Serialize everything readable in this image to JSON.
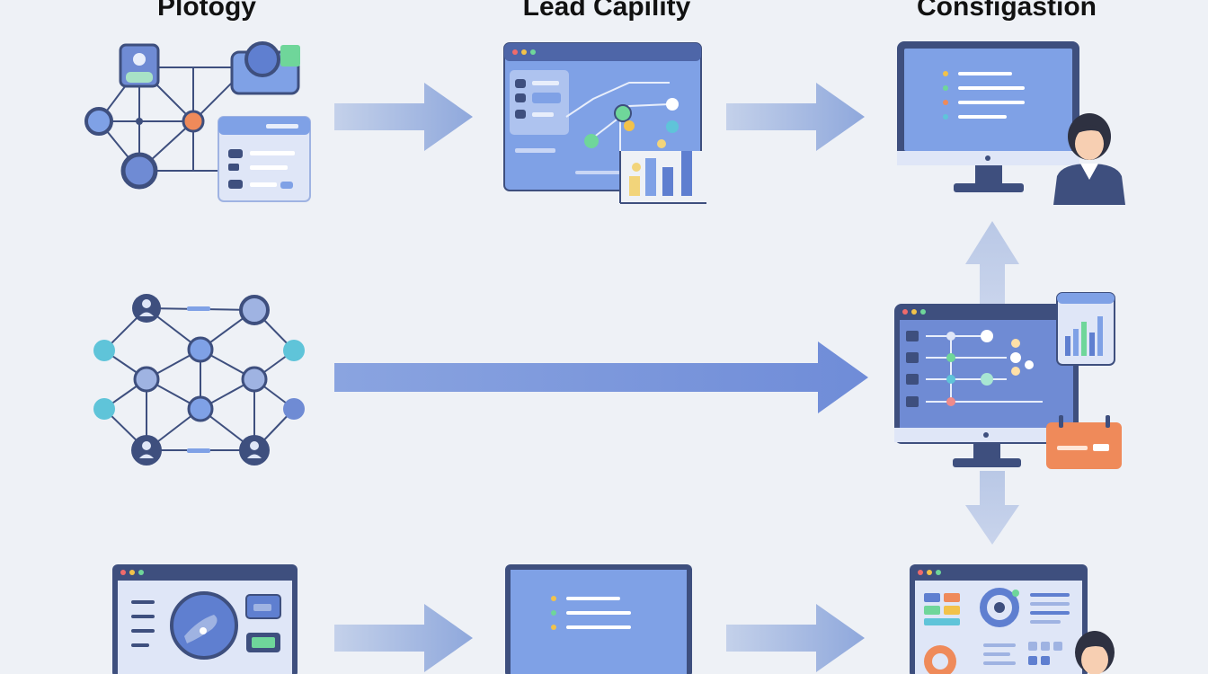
{
  "columns": [
    {
      "title": "Plotogy"
    },
    {
      "title": "Lead Capility"
    },
    {
      "title": "Consfigastion"
    }
  ],
  "colors": {
    "background": "#eef1f6",
    "arrow_light": "#b3c3e2",
    "arrow_strong": "#7b97dc",
    "monitor_frame": "#3e4f7e",
    "screen": "#7fa1e6",
    "accent_orange": "#ef8a5a",
    "accent_teal": "#5fc4d9",
    "accent_green": "#6fd69a"
  }
}
